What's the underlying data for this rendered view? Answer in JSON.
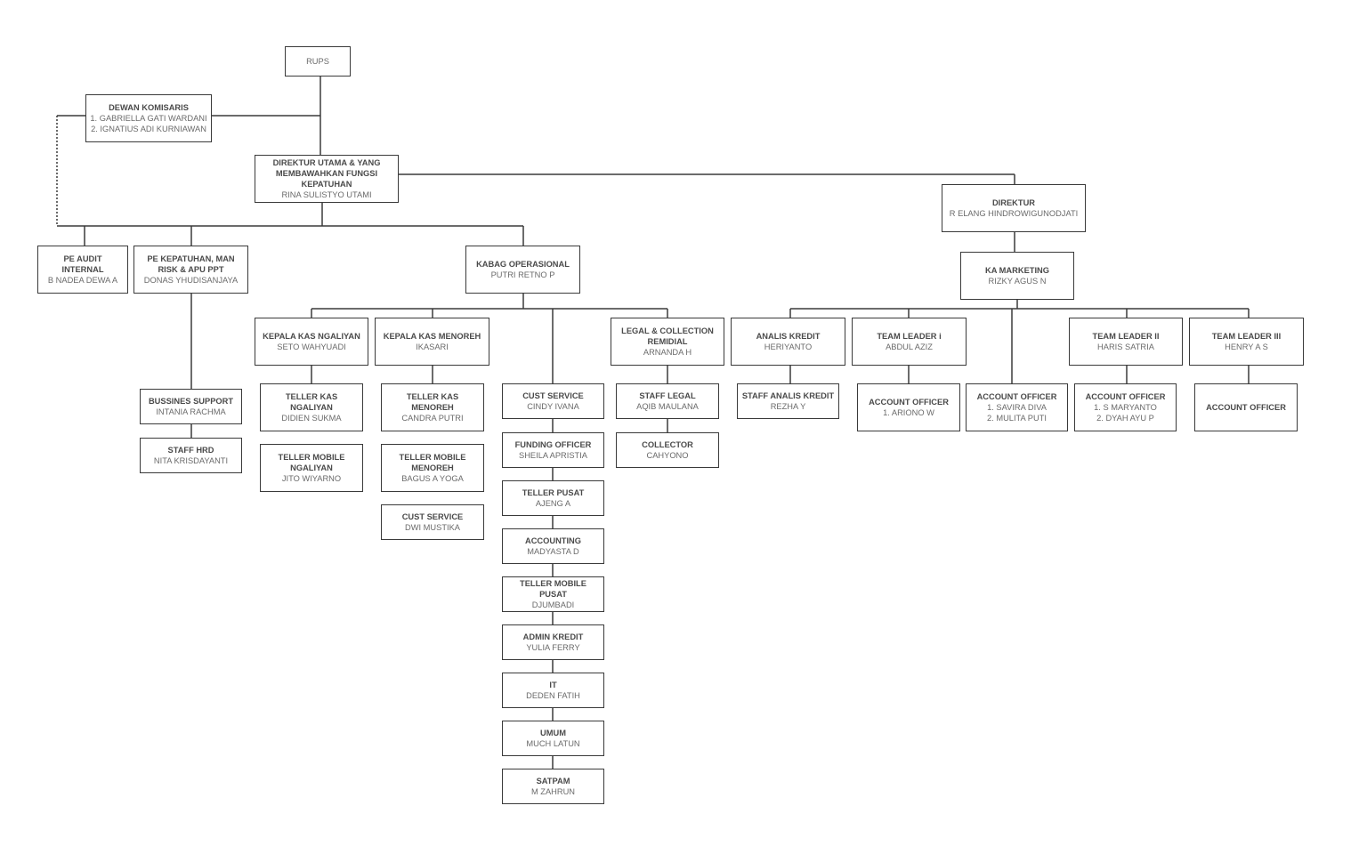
{
  "title": "Struktur Organisasi",
  "nodes": {
    "rups": {
      "title": "",
      "lines": [
        "RUPS"
      ]
    },
    "dewan": {
      "title": "DEWAN KOMISARIS",
      "lines": [
        "1. GABRIELLA GATI WARDANI",
        "2. IGNATIUS ADI KURNIAWAN"
      ]
    },
    "dirut": {
      "title": "DIREKTUR UTAMA & YANG MEMBAWAHKAN FUNGSI KEPATUHAN",
      "lines": [
        "RINA SULISTYO UTAMI"
      ]
    },
    "direktur": {
      "title": "DIREKTUR",
      "lines": [
        "R ELANG HINDROWIGUNODJATI"
      ]
    },
    "audit": {
      "title": "PE AUDIT INTERNAL",
      "lines": [
        "B NADEA DEWA A"
      ]
    },
    "kepatuhan": {
      "title": "PE KEPATUHAN, MAN RISK & APU PPT",
      "lines": [
        "DONAS YHUDISANJAYA"
      ]
    },
    "kabag": {
      "title": "KABAG OPERASIONAL",
      "lines": [
        "PUTRI RETNO P"
      ]
    },
    "kamarketing": {
      "title": "KA MARKETING",
      "lines": [
        "RIZKY AGUS  N"
      ]
    },
    "kk_ngaliyan": {
      "title": "KEPALA KAS NGALIYAN",
      "lines": [
        "SETO WAHYUADI"
      ]
    },
    "kk_menoreh": {
      "title": "KEPALA KAS MENOREH",
      "lines": [
        "IKASARI"
      ]
    },
    "legal": {
      "title": "LEGAL & COLLECTION REMIDIAL",
      "lines": [
        "ARNANDA H"
      ]
    },
    "analis": {
      "title": "ANALIS KREDIT",
      "lines": [
        "HERIYANTO"
      ]
    },
    "tl1": {
      "title": "TEAM LEADER i",
      "lines": [
        "ABDUL AZIZ"
      ]
    },
    "tl2": {
      "title": "TEAM LEADER II",
      "lines": [
        "HARIS SATRIA"
      ]
    },
    "tl3": {
      "title": "TEAM LEADER III",
      "lines": [
        "HENRY A S"
      ]
    },
    "teller_ngal": {
      "title": "TELLER KAS NGALIYAN",
      "lines": [
        "DIDIEN SUKMA"
      ]
    },
    "tm_ngal": {
      "title": "TELLER MOBILE NGALIYAN",
      "lines": [
        "JITO WIYARNO"
      ]
    },
    "teller_men": {
      "title": "TELLER KAS MENOREH",
      "lines": [
        "CANDRA PUTRI"
      ]
    },
    "tm_men": {
      "title": "TELLER MOBILE MENOREH",
      "lines": [
        "BAGUS A YOGA"
      ]
    },
    "cs_men": {
      "title": "CUST SERVICE",
      "lines": [
        "DWI MUSTIKA"
      ]
    },
    "cs": {
      "title": "CUST SERVICE",
      "lines": [
        "CINDY IVANA"
      ]
    },
    "funding": {
      "title": "FUNDING OFFICER",
      "lines": [
        "SHEILA APRISTIA"
      ]
    },
    "teller_pusat": {
      "title": "TELLER PUSAT",
      "lines": [
        "AJENG A"
      ]
    },
    "accounting": {
      "title": "ACCOUNTING",
      "lines": [
        "MADYASTA D"
      ]
    },
    "tm_pusat": {
      "title": "TELLER MOBILE PUSAT",
      "lines": [
        "DJUMBADI"
      ]
    },
    "admin_kredit": {
      "title": "ADMIN KREDIT",
      "lines": [
        "YULIA FERRY"
      ]
    },
    "it": {
      "title": "IT",
      "lines": [
        "DEDEN FATIH"
      ]
    },
    "umum": {
      "title": "UMUM",
      "lines": [
        "MUCH LATUN"
      ]
    },
    "satpam": {
      "title": "SATPAM",
      "lines": [
        "M ZAHRUN"
      ]
    },
    "staff_legal": {
      "title": "STAFF LEGAL",
      "lines": [
        "AQIB MAULANA"
      ]
    },
    "collector": {
      "title": "COLLECTOR",
      "lines": [
        "CAHYONO"
      ]
    },
    "staff_analis": {
      "title": "STAFF ANALIS KREDIT",
      "lines": [
        "REZHA Y"
      ]
    },
    "ao1": {
      "title": "ACCOUNT OFFICER",
      "lines": [
        "1. ARIONO W"
      ]
    },
    "ao2": {
      "title": "ACCOUNT OFFICER",
      "lines": [
        "1. SAVIRA DIVA",
        "2. MULITA PUTI"
      ]
    },
    "ao3": {
      "title": "ACCOUNT OFFICER",
      "lines": [
        "1. S MARYANTO",
        "2. DYAH AYU P"
      ]
    },
    "ao4": {
      "title": "ACCOUNT OFFICER",
      "lines": []
    },
    "bussines_support": {
      "title": "BUSSINES SUPPORT",
      "lines": [
        "INTANIA RACHMA"
      ]
    },
    "staff_hrd": {
      "title": "STAFF HRD",
      "lines": [
        "NITA KRISDAYANTI"
      ]
    }
  }
}
